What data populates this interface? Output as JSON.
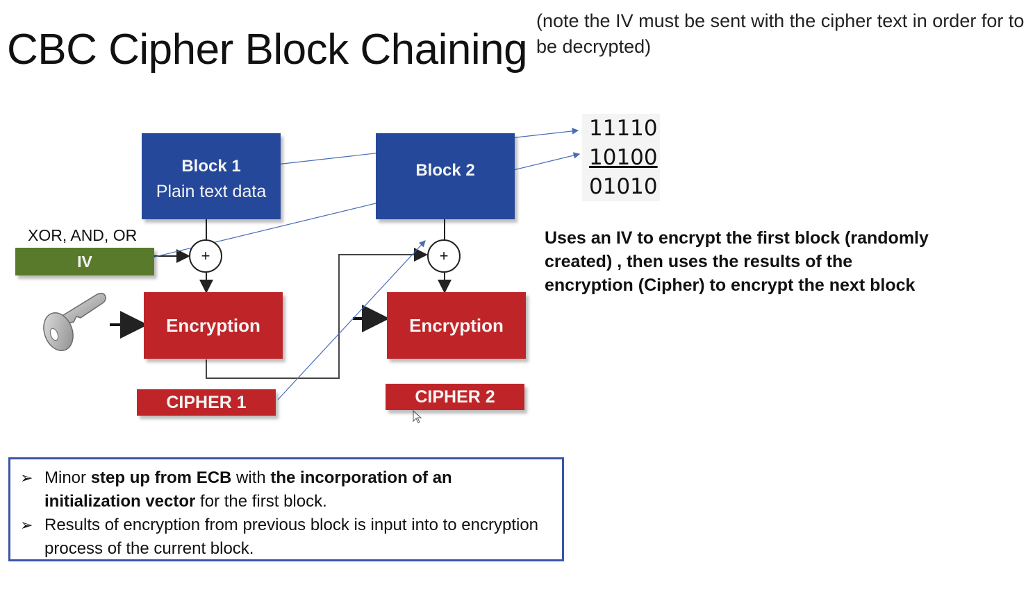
{
  "slide": {
    "title": "CBC Cipher Block Chaining",
    "note": "(note the IV must be sent with the cipher text in order for to be decrypted)"
  },
  "diagram": {
    "block1_title": "Block 1",
    "block1_subtitle": "Plain text data",
    "block2_title": "Block 2",
    "iv_label": "IV",
    "xor_caption": "XOR, AND, OR",
    "xor_symbol": "+",
    "encryption1_label": "Encryption",
    "encryption2_label": "Encryption",
    "cipher1_label": "CIPHER 1",
    "cipher2_label": "CIPHER 2",
    "key_icon": "key-icon",
    "colors": {
      "block_blue": "#25489a",
      "encryption_red": "#bf2528",
      "iv_green": "#5a7a2b",
      "annotation_line": "#4a6cb8"
    }
  },
  "binary_example": {
    "row1": "11110",
    "row2": "10100",
    "row3": "01010"
  },
  "description": "Uses an IV to encrypt the first block (randomly created) , then uses the results of the encryption (Cipher) to encrypt the next block",
  "bullets": {
    "b1_p1": "Minor ",
    "b1_p2": "step up from ECB",
    "b1_p3": " with ",
    "b1_p4": "the incorporation of an initialization vector",
    "b1_p5": " for the first block.",
    "b2": "Results of encryption from previous block is input into to encryption process of the current block.",
    "marker": "➢"
  }
}
